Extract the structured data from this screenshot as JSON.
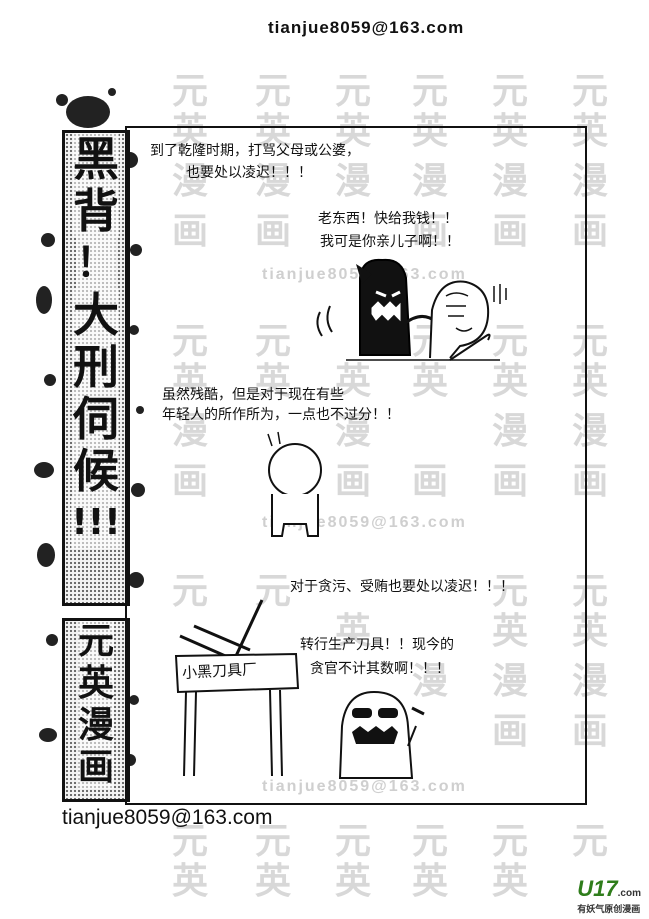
{
  "header": {
    "email_top": "tianjue8059@163.com"
  },
  "footer": {
    "email_bottom": "tianjue8059@163.com"
  },
  "watermark": {
    "chars": [
      "元",
      "英",
      "漫",
      "画"
    ],
    "mail": "tianjue8059@163.com"
  },
  "title_panel": {
    "lines": [
      "黑",
      "背",
      "！",
      "大",
      "刑",
      "伺",
      "候",
      "!!!"
    ]
  },
  "brand_panel": {
    "lines": [
      "元",
      "英",
      "漫",
      "画"
    ]
  },
  "comic": {
    "panel1": {
      "caption_1": "到了乾隆时期，打骂父母或公婆，",
      "caption_2": "也要处以凌迟！！！",
      "speech_1": "老东西！快给我钱！！",
      "speech_2": "我可是你亲儿子啊！！"
    },
    "panel2": {
      "caption_1": "虽然残酷，但是对于现在有些",
      "caption_2": "年轻人的所作所为，一点也不过分！！"
    },
    "panel3": {
      "caption": "对于贪污、受贿也要处以凌迟！！！",
      "sign": "小黑刀具厂",
      "speech_1": "转行生产刀具！！现今的",
      "speech_2": "贪官不计其数啊！！！"
    }
  },
  "logo": {
    "mark": "U17",
    "sub": ".com",
    "tagline": "有妖气原创漫画"
  }
}
